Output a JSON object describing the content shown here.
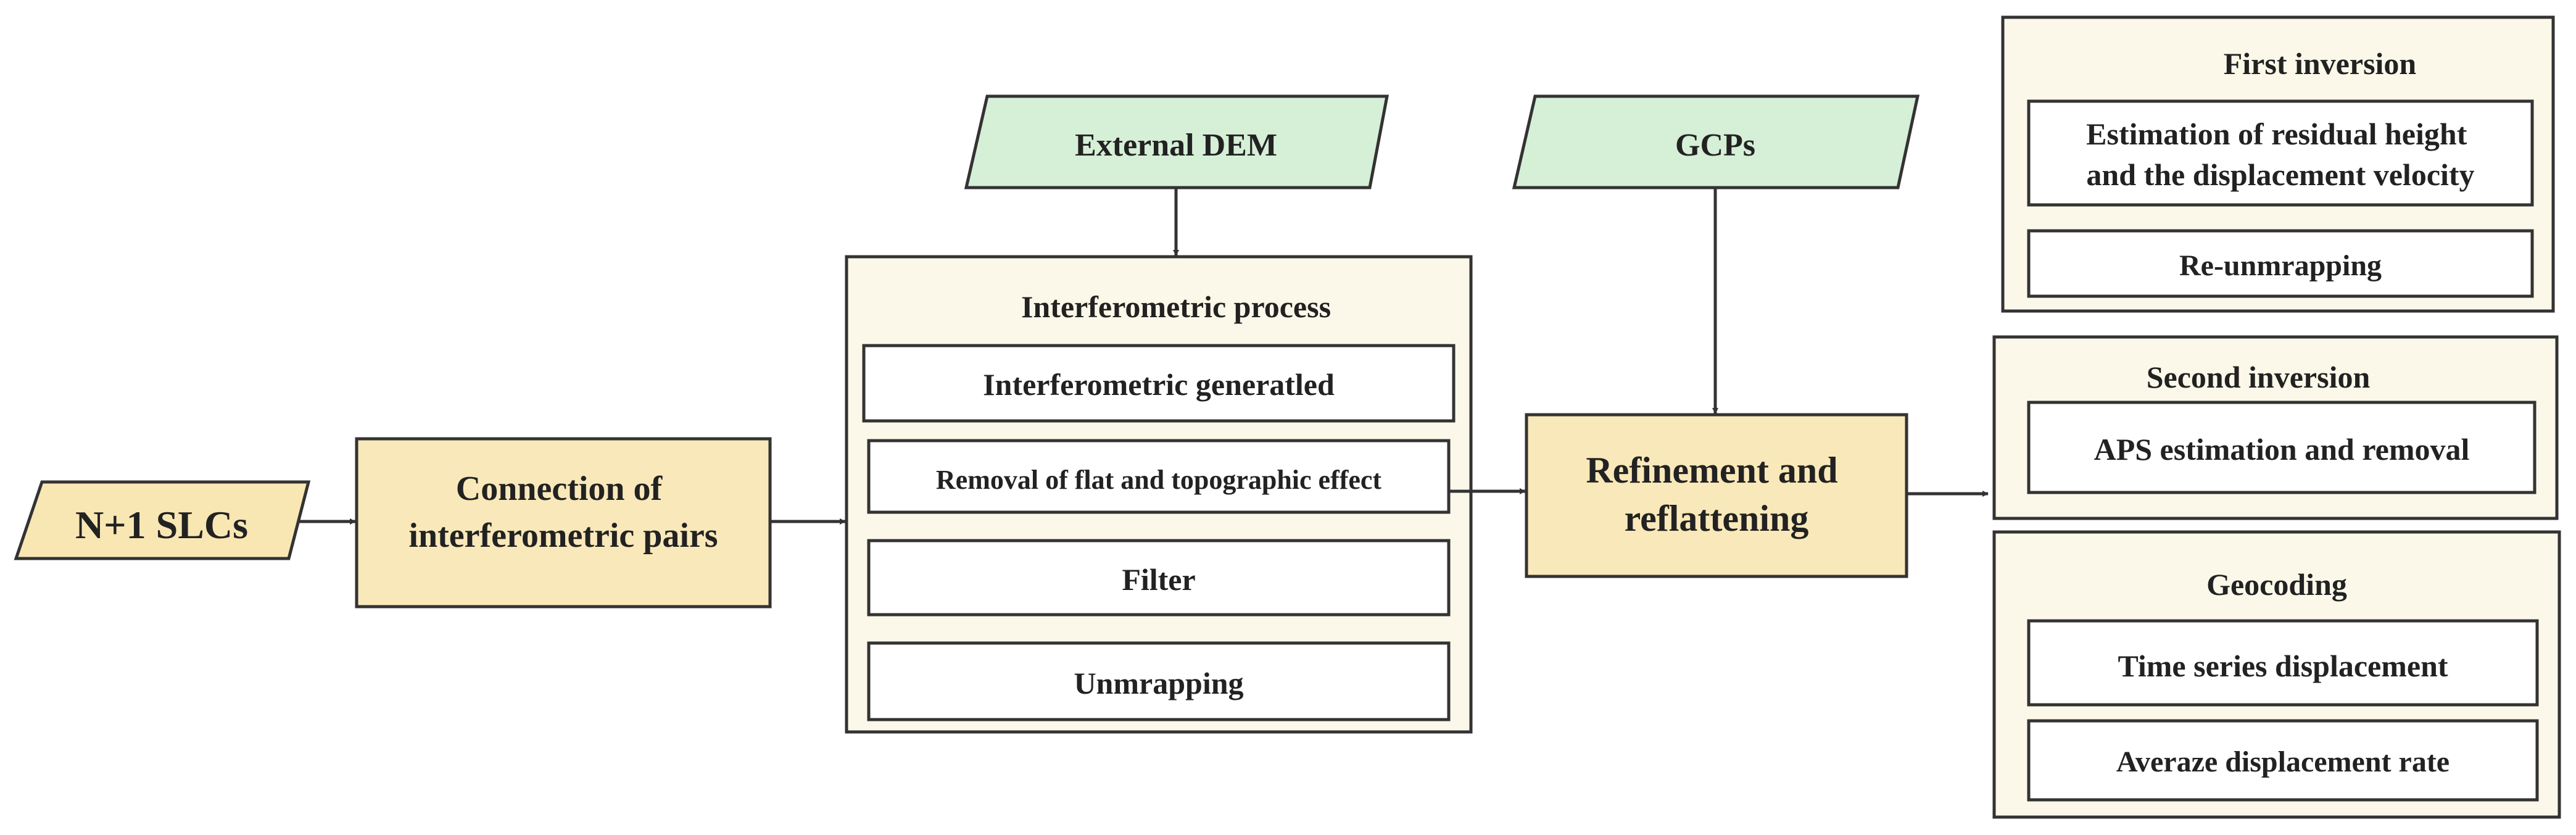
{
  "colors": {
    "input_fill": "#f8e7b3",
    "process_fill": "#f9e8b9",
    "group_fill": "#fcf8e9",
    "sub_fill": "#ffffff",
    "source_fill": "#d6efd7",
    "stroke": "#333333",
    "text": "#222222"
  },
  "nodes": {
    "slcs": "N+1 SLCs",
    "connection": [
      "Connection of",
      "interferometric pairs"
    ],
    "external_dem": "External DEM",
    "gcps": "GCPs",
    "refinement": [
      "Refinement and",
      "reflattening"
    ]
  },
  "interferometric": {
    "title": "Interferometric process",
    "steps": [
      "Interferometric generatled",
      "Removal of flat and topographic effect",
      "Filter",
      "Unmrapping"
    ]
  },
  "first_inversion": {
    "title": "First inversion",
    "steps": [
      [
        "Estimation of residual height",
        "and the displacement velocity"
      ],
      [
        "Re-unmrapping"
      ]
    ]
  },
  "second_inversion": {
    "title": "Second inversion",
    "steps": [
      "APS estimation and removal"
    ]
  },
  "geocoding": {
    "title": "Geocoding",
    "steps": [
      "Time series displacement",
      "Averaze displacement rate"
    ]
  }
}
